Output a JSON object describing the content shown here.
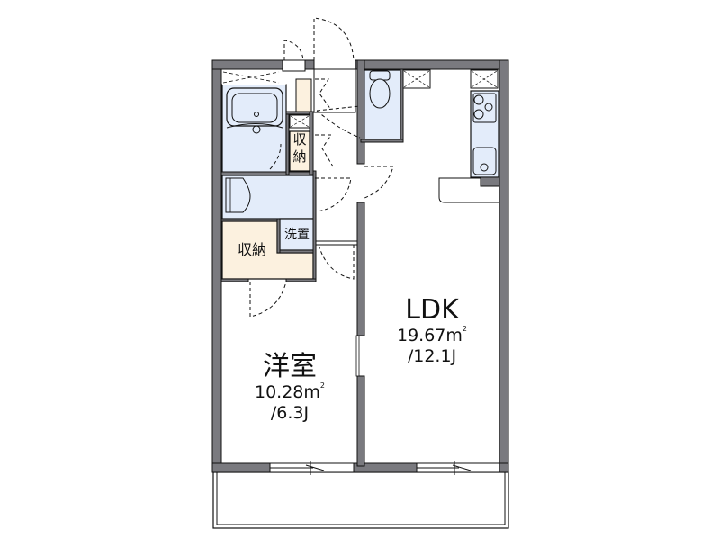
{
  "floor_plan": {
    "colors": {
      "wall": "#7a7a7f",
      "wall_outline": "#111111",
      "wet_area": "#e3ecfa",
      "storage": "#fcf1df",
      "floor": "#ffffff"
    },
    "rooms": {
      "western_room": {
        "name": "洋室",
        "area": "10.28㎡",
        "area_num": "10.28m",
        "area_sup": "2",
        "tatami": "/6.3J"
      },
      "ldk": {
        "name": "LDK",
        "area": "19.67㎡",
        "area_num": "19.67m",
        "area_sup": "2",
        "tatami": "/12.1J"
      },
      "storage_large": {
        "name": "収納"
      },
      "storage_small": {
        "name_line1": "収",
        "name_line2": "納"
      },
      "laundry": {
        "name": "洗置"
      }
    },
    "fixtures": [
      "bathtub",
      "washbasin",
      "toilet",
      "kitchen-stove",
      "kitchen-sink",
      "counter",
      "balcony",
      "sliding-windows"
    ]
  }
}
